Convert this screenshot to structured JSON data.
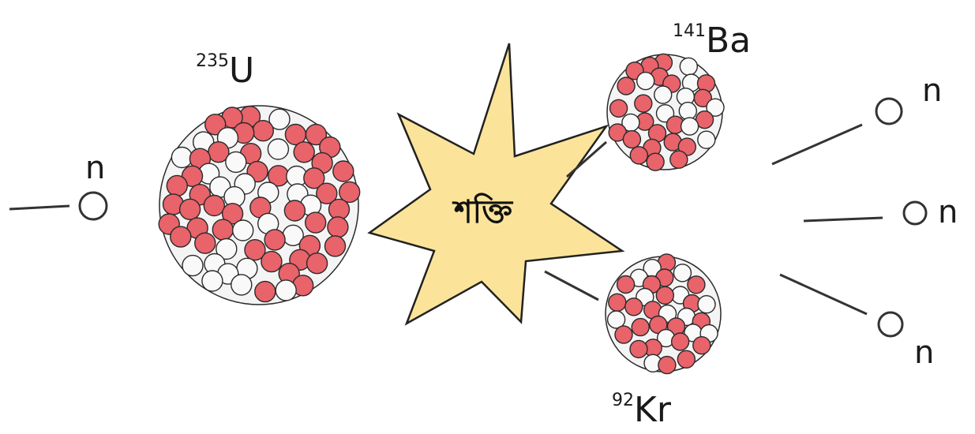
{
  "colors": {
    "proton": "#e8636a",
    "neutron_particle": "#f9f9f9",
    "energy_burst": "#fbe49a",
    "outline": "#2a2a2a"
  },
  "incoming_neutron": {
    "label": "n"
  },
  "uranium": {
    "mass_number": "235",
    "symbol": "U"
  },
  "energy": {
    "label": "শক্তি"
  },
  "barium": {
    "mass_number": "141",
    "symbol": "Ba"
  },
  "krypton": {
    "mass_number": "92",
    "symbol": "Kr"
  },
  "released_neutrons": [
    {
      "label": "n"
    },
    {
      "label": "n"
    },
    {
      "label": "n"
    }
  ]
}
